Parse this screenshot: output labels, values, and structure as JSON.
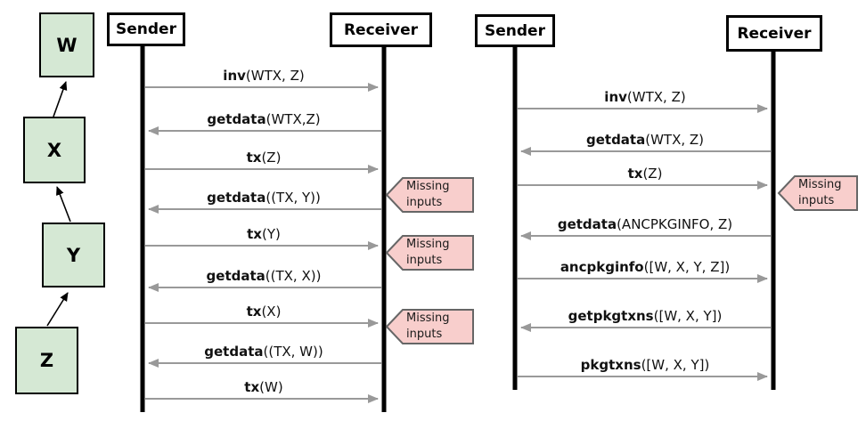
{
  "colors": {
    "node_fill": "#d5e8d4",
    "node_border": "#000000",
    "badge_fill": "#f8cecc",
    "badge_border": "#666666",
    "arrow": "#999999",
    "lifeline": "#000000"
  },
  "chain": {
    "nodes": [
      {
        "label": "W"
      },
      {
        "label": "X"
      },
      {
        "label": "Y"
      },
      {
        "label": "Z"
      }
    ]
  },
  "diagram1": {
    "sender": "Sender",
    "receiver": "Receiver",
    "messages": [
      {
        "name": "inv",
        "args": "(WTX, Z)",
        "direction": "right"
      },
      {
        "name": "getdata",
        "args": "(WTX,Z)",
        "direction": "left"
      },
      {
        "name": "tx",
        "args": "(Z)",
        "direction": "right"
      },
      {
        "name": "getdata",
        "args": "((TX, Y))",
        "direction": "left"
      },
      {
        "name": "tx",
        "args": "(Y)",
        "direction": "right"
      },
      {
        "name": "getdata",
        "args": "((TX, X))",
        "direction": "left"
      },
      {
        "name": "tx",
        "args": "(X)",
        "direction": "right"
      },
      {
        "name": "getdata",
        "args": "((TX, W))",
        "direction": "left"
      },
      {
        "name": "tx",
        "args": "(W)",
        "direction": "right"
      }
    ],
    "badges": [
      {
        "text": "Missing inputs"
      },
      {
        "text": "Missing inputs"
      },
      {
        "text": "Missing inputs"
      }
    ]
  },
  "diagram2": {
    "sender": "Sender",
    "receiver": "Receiver",
    "messages": [
      {
        "name": "inv",
        "args": "(WTX, Z)",
        "direction": "right"
      },
      {
        "name": "getdata",
        "args": "(WTX, Z)",
        "direction": "left"
      },
      {
        "name": "tx",
        "args": "(Z)",
        "direction": "right"
      },
      {
        "name": "getdata",
        "args": "(ANCPKGINFO, Z)",
        "direction": "left"
      },
      {
        "name": "ancpkginfo",
        "args": "([W, X, Y, Z])",
        "direction": "right"
      },
      {
        "name": "getpkgtxns",
        "args": "([W, X, Y])",
        "direction": "left"
      },
      {
        "name": "pkgtxns",
        "args": "([W, X, Y])",
        "direction": "right"
      }
    ],
    "badges": [
      {
        "text": "Missing inputs"
      }
    ]
  }
}
